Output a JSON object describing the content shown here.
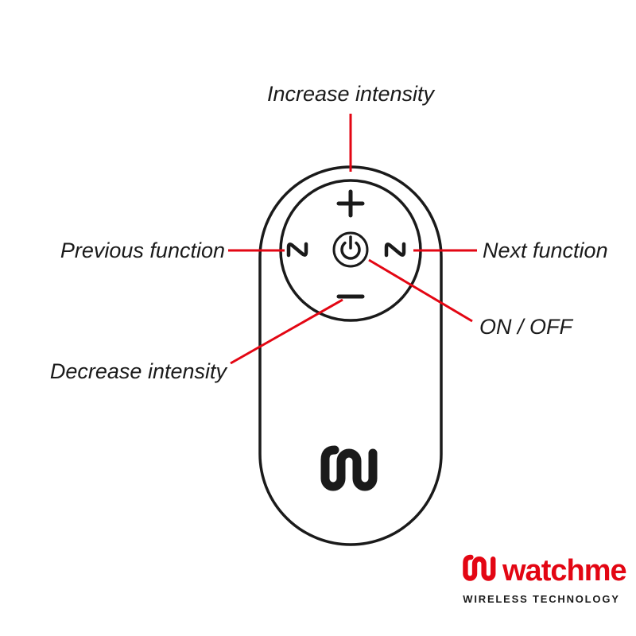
{
  "callouts": {
    "increase": "Increase intensity",
    "previous": "Previous function",
    "next": "Next function",
    "on_off": "ON / OFF",
    "decrease": "Decrease intensity"
  },
  "device": {
    "buttons": {
      "plus": "+",
      "minus": "−",
      "power": "power-symbol",
      "previous_function": "wave-symbol",
      "next_function": "wave-symbol"
    }
  },
  "icons": {
    "plus": "plus-icon",
    "minus": "minus-icon",
    "power": "power-icon",
    "wave_left": "wave-icon",
    "wave_right": "wave-icon",
    "brand_mark": "watchme-logo-mark"
  },
  "colors": {
    "callout_red": "#e30613",
    "outline_black": "#1a1a1a",
    "brand_red": "#e30613"
  },
  "brand": {
    "name": "watchme",
    "tagline": "WIRELESS TECHNOLOGY"
  }
}
